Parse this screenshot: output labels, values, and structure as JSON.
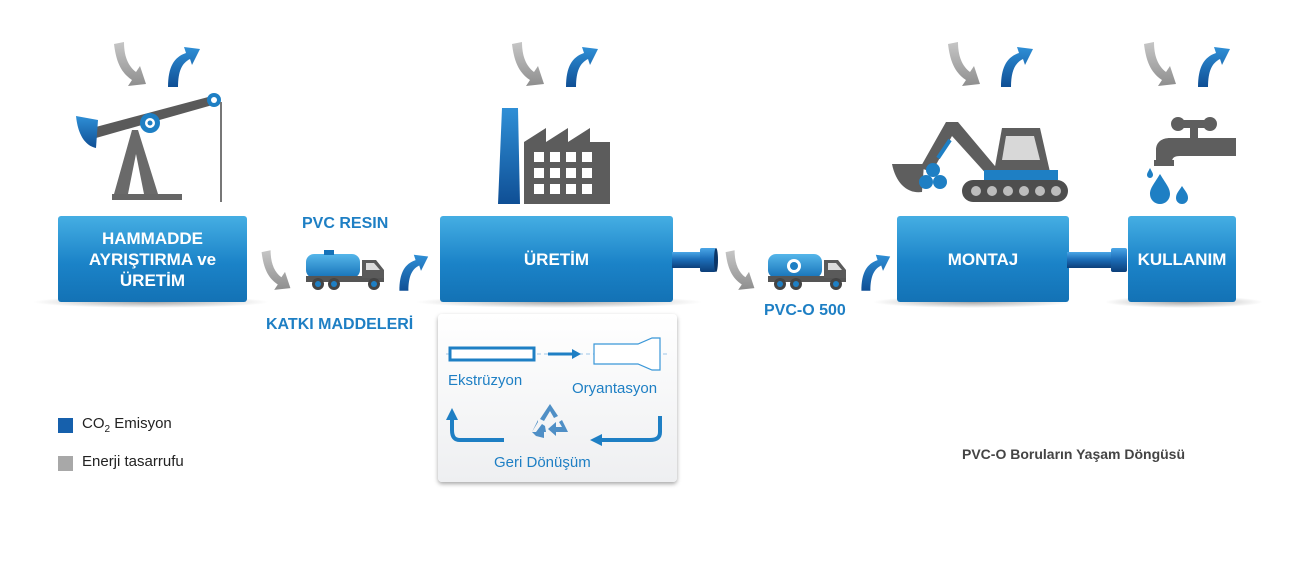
{
  "stages": {
    "hammadde": "HAMMADDE AYRIŞTIRMA ve ÜRETİM",
    "uretim": "ÜRETİM",
    "montaj": "MONTAJ",
    "kullanim": "KULLANIM"
  },
  "labels": {
    "pvc_resin": "PVC RESIN",
    "katki": "KATKI MADDELERİ",
    "pvco500": "PVC-O 500"
  },
  "process": {
    "ekstruzyon": "Ekstrüzyon",
    "oryantasyon": "Oryantasyon",
    "geri_donusum": "Geri Dönüşüm"
  },
  "legend": {
    "co2_prefix": "CO",
    "co2_sub": "2",
    "co2_suffix": " Emisyon",
    "energy": "Enerji tasarrufu"
  },
  "title": "PVC-O Boruların Yaşam Döngüsü",
  "colors": {
    "brand_blue": "#1e7fc4",
    "co2_blue": "#1660ac",
    "energy_gray": "#a8a8a8",
    "icon_gray": "#666666"
  },
  "icons": [
    "pumpjack-icon",
    "factory-icon",
    "tanker-truck-icon",
    "excavator-icon",
    "faucet-icon",
    "recycle-icon",
    "pipe-icon",
    "co2-arrow-icon",
    "energy-arrow-icon"
  ]
}
